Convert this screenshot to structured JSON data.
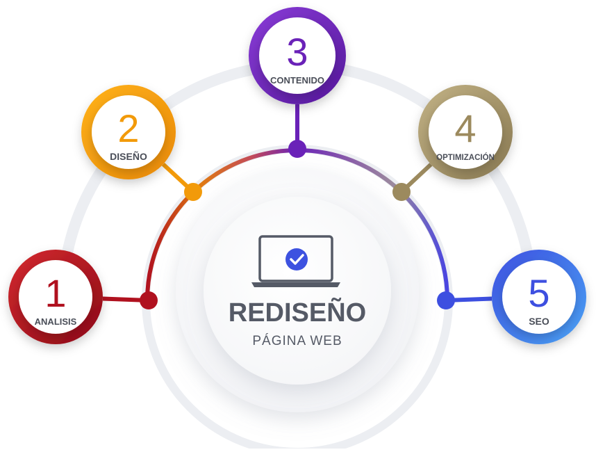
{
  "center": {
    "title": "REDISEÑO",
    "subtitle": "PÁGINA WEB",
    "icon": "laptop-check-icon"
  },
  "steps": [
    {
      "number": "1",
      "label": "ANALISIS",
      "color": "#b0111f",
      "color_light": "#d42a2f"
    },
    {
      "number": "2",
      "label": "DISEÑO",
      "color": "#f29a0a",
      "color_light": "#ffb21c"
    },
    {
      "number": "3",
      "label": "CONTENIDO",
      "color": "#6a22b8",
      "color_light": "#8a3cd8"
    },
    {
      "number": "4",
      "label": "OPTIMIZACIÓN",
      "color": "#9c8a5e",
      "color_light": "#c2b285"
    },
    {
      "number": "5",
      "label": "SEO",
      "color": "#3d4fe0",
      "color_light": "#4aa3f5"
    }
  ],
  "colors": {
    "text_dark": "#555a66",
    "ring_light": "#eceef2",
    "check": "#3d52e0"
  }
}
